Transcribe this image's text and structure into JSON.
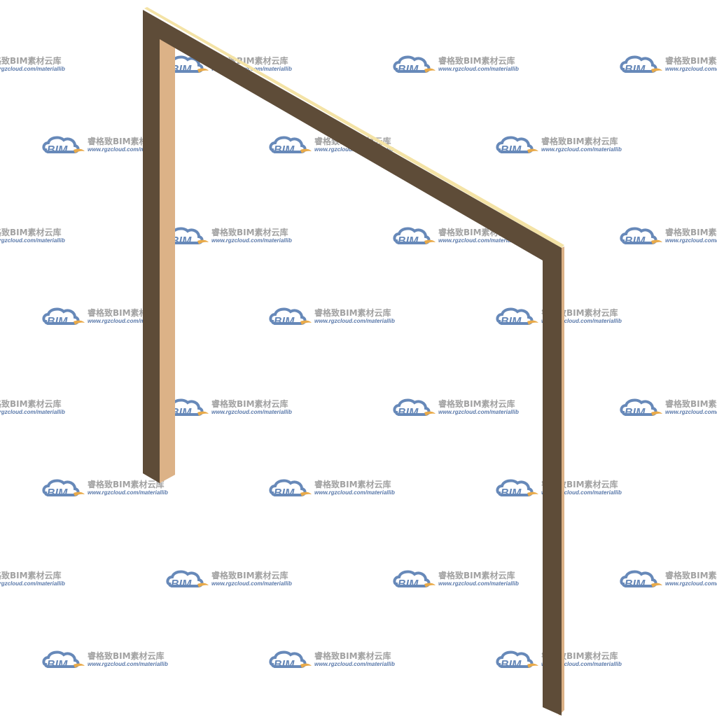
{
  "watermark": {
    "logo_text": "BIM",
    "brand_name": "睿格致BIM素材云库",
    "url": "www.rgzcloud.com/materiallib",
    "cloud_color": "#5b7fb4",
    "swoosh_color": "#e8a33a",
    "text_color": "#9a9a9a",
    "url_color": "#4e6fa4",
    "icon": "cloud-logo-icon"
  },
  "model": {
    "description_icon": "door-frame-icon",
    "colors": {
      "front_face": "#5e4c38",
      "inner_face": "#dcb287",
      "top_edge": "#f4e3a6"
    }
  }
}
